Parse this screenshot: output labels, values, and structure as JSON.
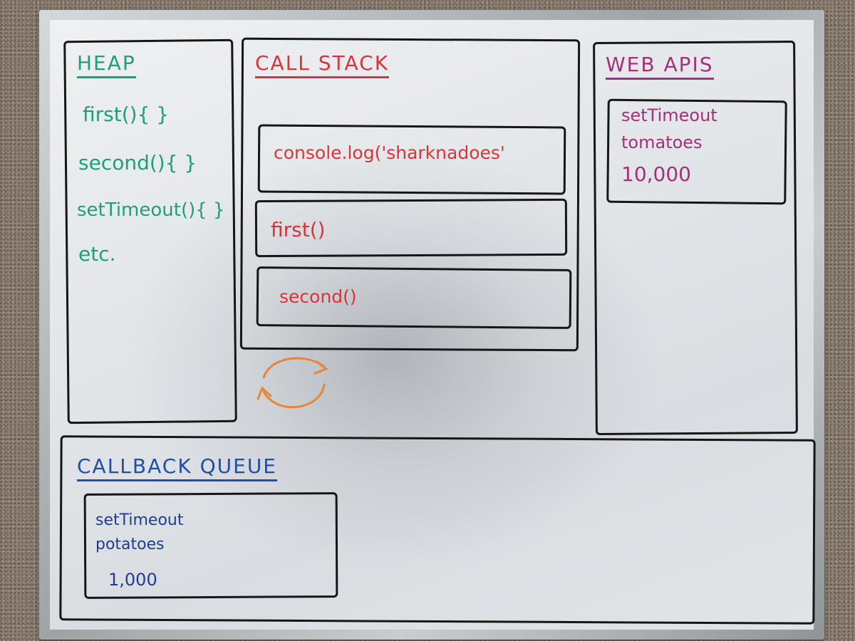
{
  "heap": {
    "title": "HEAP",
    "items": [
      "first(){ }",
      "second(){ }",
      "setTimeout(){ }",
      "etc."
    ]
  },
  "call_stack": {
    "title": "CALL STACK",
    "frames": [
      "console.log('sharknadoes'",
      "first()",
      "second()"
    ]
  },
  "web_apis": {
    "title": "WEB APIS",
    "entry": [
      "setTimeout",
      "tomatoes",
      "10,000"
    ]
  },
  "callback_queue": {
    "title": "CALLBACK QUEUE",
    "entry": [
      "setTimeout",
      "potatoes",
      "1,000"
    ]
  },
  "colors": {
    "heap": "#1f9e7a",
    "call_stack": "#d9343a",
    "web_apis": "#a5307a",
    "callback_queue": "#1f4fa8",
    "event_loop": "#e8833a"
  },
  "icons": {
    "event_loop": "circular-arrows-icon"
  }
}
